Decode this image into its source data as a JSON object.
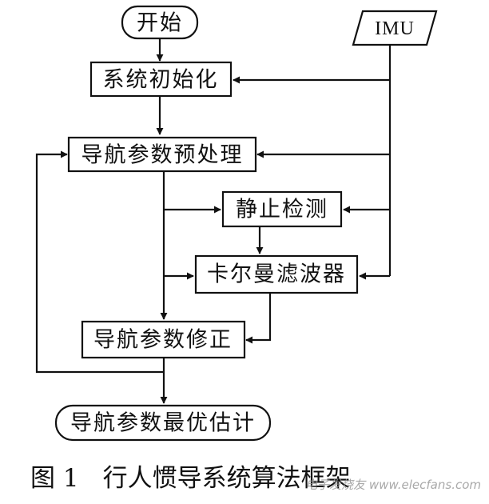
{
  "diagram": {
    "start": "开始",
    "imu": "IMU",
    "init": "系统初始化",
    "preprocess": "导航参数预处理",
    "static_detect": "静止检测",
    "kalman": "卡尔曼滤波器",
    "correction": "导航参数修正",
    "optimal": "导航参数最优估计"
  },
  "caption": {
    "number": "图 1",
    "title": "行人惯导系统算法框架"
  },
  "watermark": {
    "text": "电子发烧友 www.elecfans.com"
  }
}
